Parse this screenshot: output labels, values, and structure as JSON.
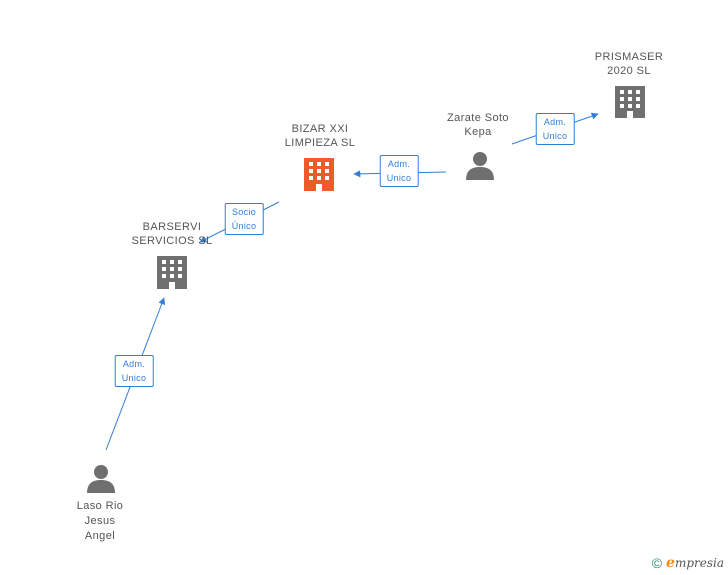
{
  "colors": {
    "edge": "#2f7ed8",
    "building": "#6f6f6f",
    "building_focus": "#f05a28",
    "person": "#6f6f6f"
  },
  "nodes": {
    "prismaser": {
      "line1": "PRISMASER",
      "line2": "2020 SL",
      "icon": "building-icon"
    },
    "bizar": {
      "line1": "BIZAR XXI",
      "line2": "LIMPIEZA SL",
      "icon": "building-icon"
    },
    "barservi": {
      "line1": "BARSERVI",
      "line2": "SERVICIOS SL",
      "icon": "building-icon"
    },
    "zarate": {
      "line1": "Zarate Soto",
      "line2": "Kepa",
      "icon": "person-icon"
    },
    "laso": {
      "line1": "Laso Rio",
      "line2": "Jesus",
      "line3": "Angel",
      "icon": "person-icon"
    }
  },
  "edges": {
    "zarate_prismaser": {
      "line1": "Adm.",
      "line2": "Unico"
    },
    "zarate_bizar": {
      "line1": "Adm.",
      "line2": "Unico"
    },
    "bizar_barservi": {
      "line1": "Socio",
      "line2": "Único"
    },
    "laso_barservi": {
      "line1": "Adm.",
      "line2": "Unico"
    }
  },
  "footer": {
    "copyright": "©",
    "brand_initial": "e",
    "brand_rest": "mpresia"
  }
}
